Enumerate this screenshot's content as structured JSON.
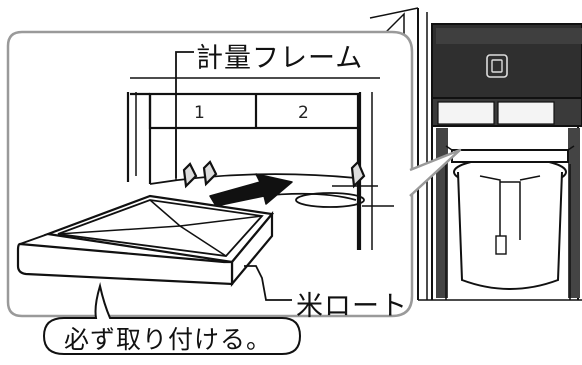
{
  "labels": {
    "measuring_frame": "計量フレーム",
    "rice_funnel": "米ロート",
    "note": "必ず取り付ける。"
  },
  "tray_numbers": {
    "left": "1",
    "right": "2"
  },
  "colors": {
    "line": "#111111",
    "inset_border": "#9a9a9a",
    "panel_dark": "#2b2b2b",
    "panel_mid": "#3c3c3c",
    "bubble_fill": "#ffffff"
  },
  "icons": {
    "push_arrow": "push-in-arrow-icon",
    "panel_button": "square-button-icon"
  }
}
